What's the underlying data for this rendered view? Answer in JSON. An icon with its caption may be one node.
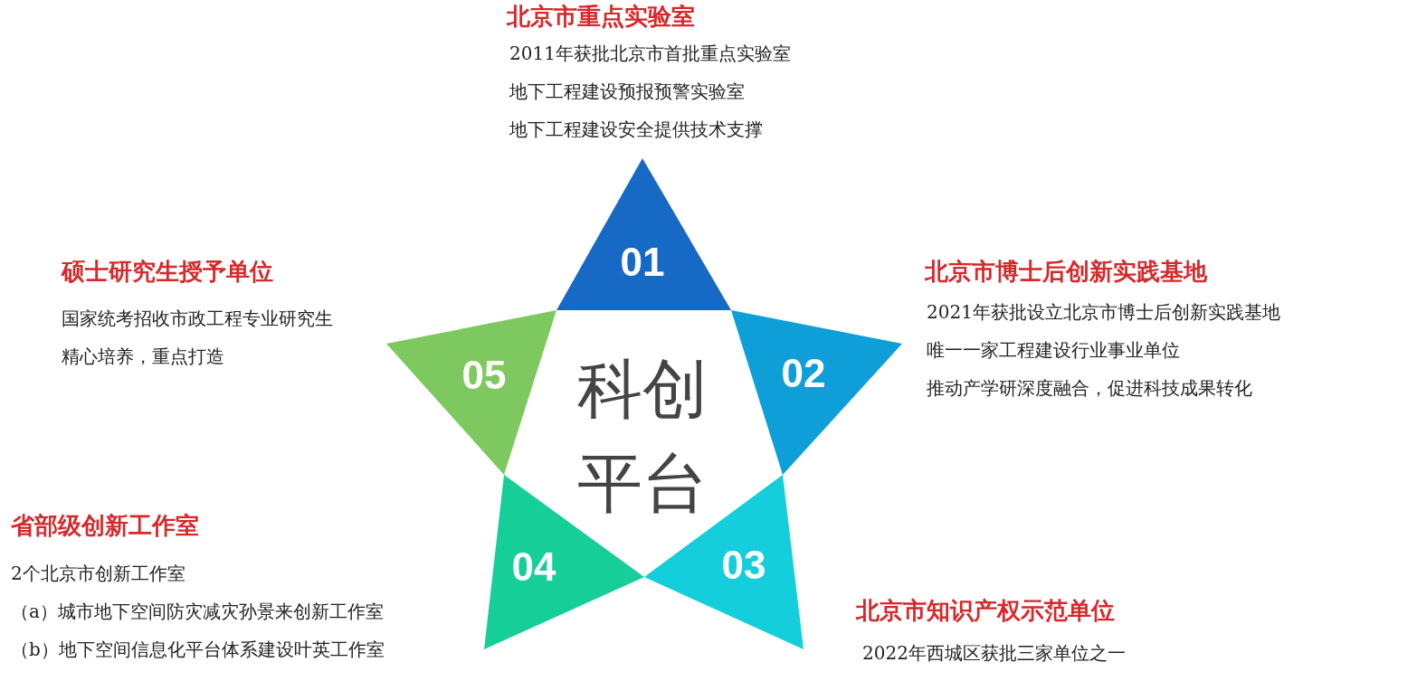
{
  "diagram": {
    "nodes": [
      {
        "text": [
          "科创平台"
        ]
      },
      {
        "text": [
          "01"
        ],
        "beside": [
          "北京市重点实验室",
          "2011年获批北京市首批重点实验室",
          "地下工程建设预报预警实验室",
          "地下工程建设安全提供技术支撑"
        ]
      },
      {
        "text": [
          "02"
        ],
        "beside": [
          "北京市博士后创新实践基地",
          "2021年获批设立北京市博士后创新实践基地",
          "唯一一家工程建设行业事业单位",
          "推动产学研深度融合，促进科技成果转化"
        ]
      },
      {
        "text": [
          "03"
        ],
        "beside": [
          "北京市知识产权示范单位",
          "2022年西城区获批三家单位之一"
        ]
      },
      {
        "text": [
          "04"
        ],
        "beside": [
          "省部级创新工作室",
          "2个北京市创新工作室",
          "（a）城市地下空间防灾减灾孙景来创新工作室",
          "（b）地下空间信息化平台体系建设叶英工作室"
        ]
      },
      {
        "text": [
          "05"
        ],
        "beside": [
          "硕士研究生授予单位",
          "国家统考招收市政工程专业研究生",
          "精心培养，重点打造"
        ]
      }
    ]
  }
}
